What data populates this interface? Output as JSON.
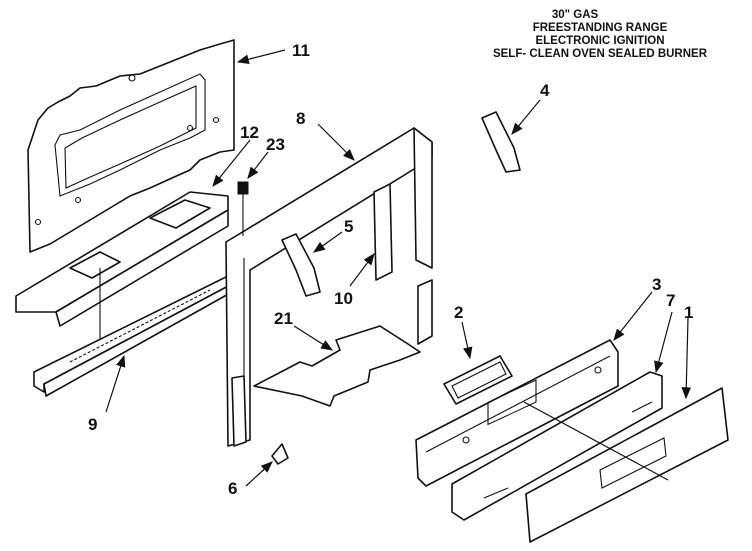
{
  "title_lines": [
    "30\" GAS",
    "FREESTANDING RANGE",
    "ELECTRONIC IGNITION",
    "SELF- CLEAN OVEN SEALED BURNER"
  ],
  "callouts": [
    "11",
    "12",
    "23",
    "8",
    "4",
    "5",
    "10",
    "2",
    "3",
    "7",
    "1",
    "21",
    "9",
    "6"
  ]
}
